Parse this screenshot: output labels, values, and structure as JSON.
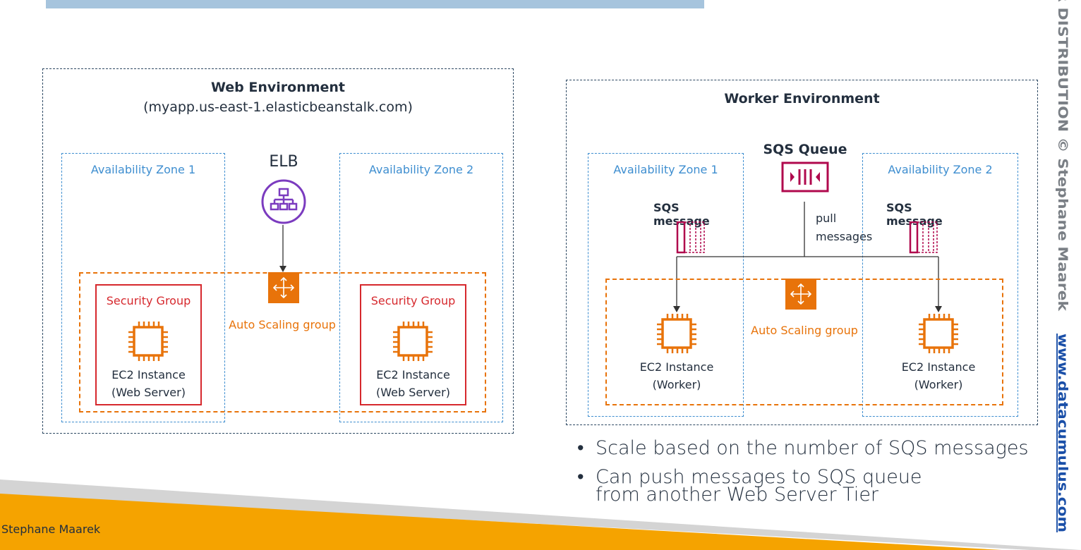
{
  "title": "Web Server Tier vs. Worker Tier",
  "web_env": {
    "title": "Web Environment",
    "subtitle": "(myapp.us-east-1.elasticbeanstalk.com)",
    "az1": "Availability Zone 1",
    "az2": "Availability Zone 2",
    "elb": "ELB",
    "sg1": "Security Group",
    "sg2": "Security Group",
    "asg": "Auto Scaling group",
    "inst1": [
      "EC2 Instance",
      "(Web Server)"
    ],
    "inst2": [
      "EC2 Instance",
      "(Web Server)"
    ]
  },
  "worker_env": {
    "title": "Worker Environment",
    "queue": "SQS Queue",
    "az1": "Availability Zone 1",
    "az2": "Availability Zone 2",
    "msg1": "SQS message",
    "msg2": "SQS message",
    "pull": [
      "pull",
      "messages"
    ],
    "asg": "Auto Scaling group",
    "inst1": [
      "EC2 Instance",
      "(Worker)"
    ],
    "inst2": [
      "EC2 Instance",
      "(Worker)"
    ]
  },
  "bullets": [
    "Scale based on the number of SQS messages",
    "Can push messages to SQS queue from another Web Server Tier"
  ],
  "watermark": {
    "text": "R DISTRIBUTION © Stephane Maarek ",
    "link": "www.datacumulus.com"
  },
  "footer": "Stephane Maarek",
  "colors": {
    "aws_orange": "#e8730a",
    "elb_purple": "#7b3bbf",
    "sqs_magenta": "#b0084d",
    "az_blue": "#3e8ed0",
    "sg_red": "#d6282d",
    "footer_orange": "#f5a300"
  },
  "icons": [
    "elb-icon",
    "auto-scaling-icon",
    "ec2-chip-icon",
    "sqs-queue-icon",
    "sqs-message-icon"
  ]
}
